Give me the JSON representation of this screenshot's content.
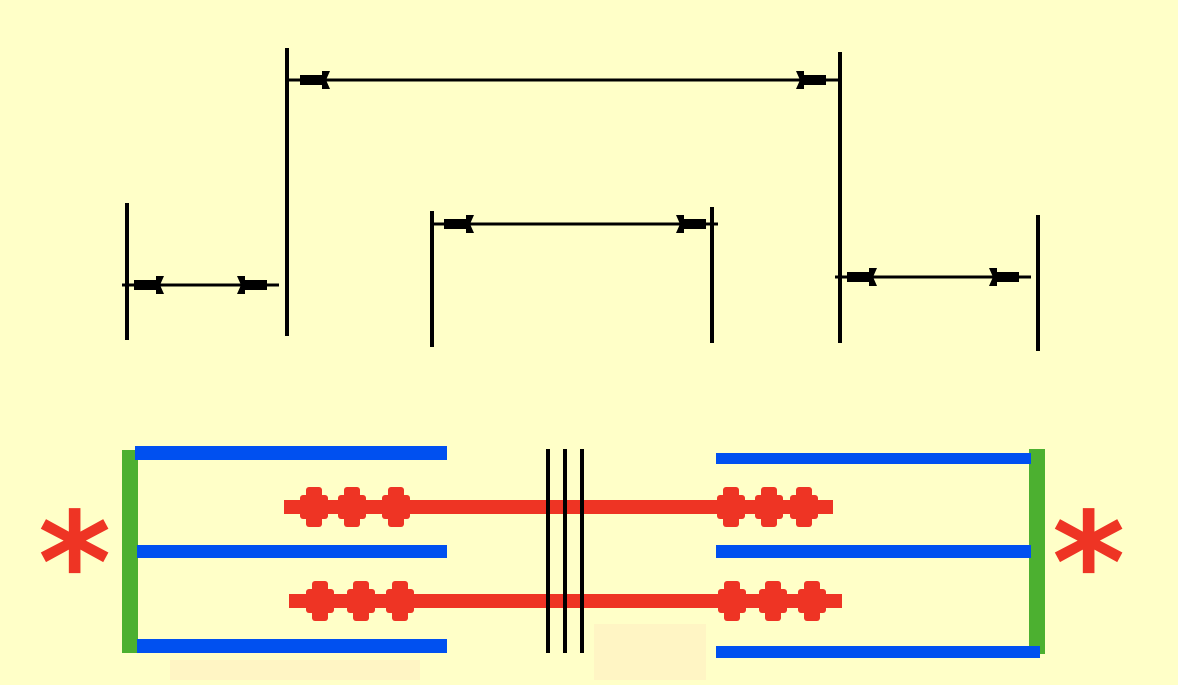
{
  "diagram": {
    "colors": {
      "background": "#ffffc8",
      "ink": "#000000",
      "thin_filament": "#0050f0",
      "thick_filament": "#ee3424",
      "z_disc": "#4cb030",
      "asterisk": "#ee3424",
      "label_patch": "#fff5c4"
    },
    "markers": {
      "left": "*",
      "right": "*"
    },
    "dimension_arrows": [
      {
        "name": "dimension-arrow-left-small"
      },
      {
        "name": "dimension-arrow-top-wide"
      },
      {
        "name": "dimension-arrow-center"
      },
      {
        "name": "dimension-arrow-right-small"
      }
    ]
  }
}
